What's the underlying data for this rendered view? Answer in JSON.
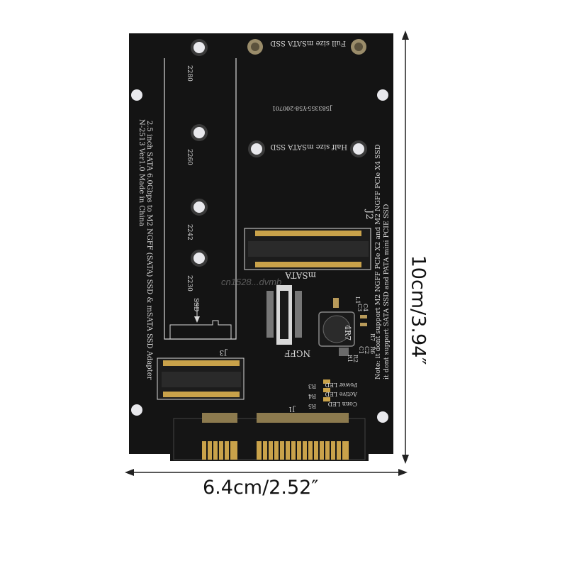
{
  "dimensions": {
    "width_label": "6.4cm/2.52″",
    "height_label": "10cm/3.94″"
  },
  "board": {
    "model_text": "N-2513 Ver1.0 Made in China",
    "title_line": "2.5 inch SATA 6.0Gbps to M2 NGFF (SATA) SSD & mSATA SSD Adapter",
    "full_size_label": "Full size mSATA SSD",
    "half_size_label": "Half size mSATA SSD",
    "part_number": "J583355-Y58-200701",
    "standoff_labels": [
      "2280",
      "2260",
      "2242",
      "2230"
    ],
    "ssd_label": "SSD",
    "slot_j2": "J2",
    "slot_j3": "J3",
    "slot_j1": "J1",
    "msata_label": "mSATA",
    "ngff_label": "NGFF",
    "inductor_marking": "4R7",
    "inductor_ref": "L1",
    "component_refs": [
      "C3",
      "C4",
      "R1",
      "R2",
      "R3",
      "R4",
      "R5",
      "C1",
      "C2",
      "R6",
      "R7"
    ],
    "note_lines": [
      "Note: it dont support M2 NGFF PCIe X2 and M2 NGFF PCIe X4 SSD",
      "it dont support SATA SSD and PATA mini PCIE SSD"
    ],
    "led_labels": [
      "Power LED",
      "Active LED",
      "Conn LED"
    ],
    "watermark": "cn1528...dvmb"
  },
  "colors": {
    "pcb": "#141414",
    "silkscreen": "#d9d9d9",
    "gold": "#c9a24a",
    "hole": "#e8e8ec"
  }
}
